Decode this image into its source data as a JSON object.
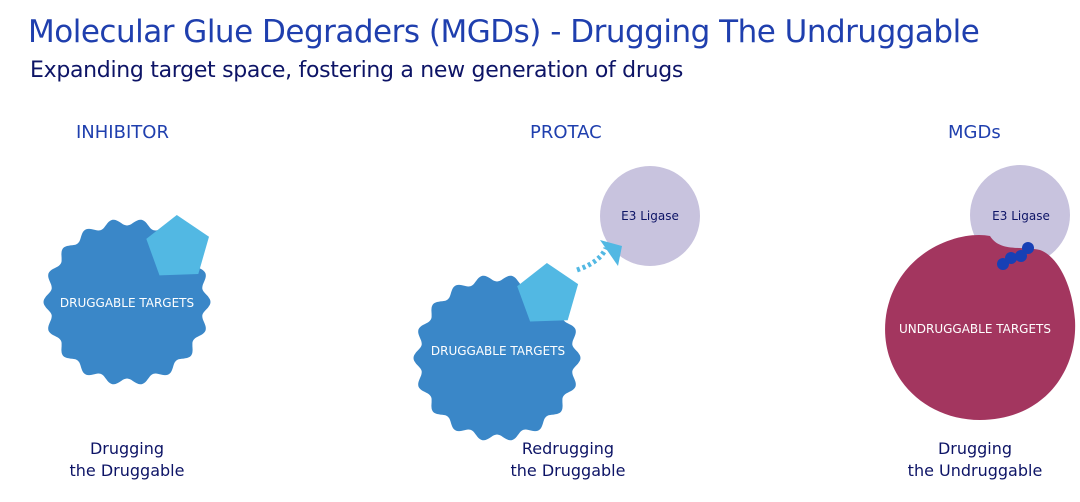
{
  "title": "Molecular Glue Degraders (MGDs) - Drugging The Undruggable",
  "subtitle": "Expanding target space, fostering a new generation of drugs",
  "columns": [
    {
      "heading": "INHIBITOR",
      "target_label": "DRUGGABLE TARGETS",
      "caption_line1": "Drugging",
      "caption_line2": "the Druggable"
    },
    {
      "heading": "PROTAC",
      "target_label": "DRUGGABLE TARGETS",
      "ligase_label": "E3 Ligase",
      "caption_line1": "Redrugging",
      "caption_line2": "the Druggable"
    },
    {
      "heading": "MGDs",
      "target_label": "UNDRUGGABLE TARGETS",
      "ligase_label": "E3 Ligase",
      "caption_line1": "Drugging",
      "caption_line2": "the Undruggable"
    }
  ],
  "colors": {
    "druggable": "#3a87c8",
    "ligand": "#52b8e3",
    "ligase": "#c8c3de",
    "undruggable": "#a3365f",
    "glue": "#1740b5"
  }
}
